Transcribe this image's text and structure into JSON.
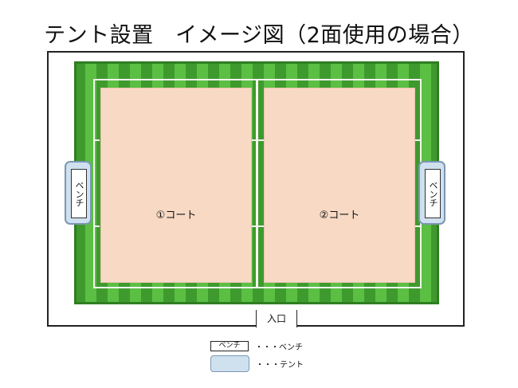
{
  "title": "テント設置　イメージ図（2面使用の場合）",
  "courts": [
    {
      "label": "①コート"
    },
    {
      "label": "②コート"
    }
  ],
  "benches": [
    {
      "label": "ベンチ"
    },
    {
      "label": "ベンチ"
    }
  ],
  "entrance": {
    "label": "入口"
  },
  "legend": [
    {
      "symbol_text": "ベンチ",
      "text": "・・・ベンチ"
    },
    {
      "symbol_text": "",
      "text": "・・・テント"
    }
  ],
  "colors": {
    "tent_fill": "#cfe0ef",
    "court_fill": "#f7d9c4",
    "field_green_dark": "#3f9a2e",
    "field_green_light": "#5bbf43"
  }
}
